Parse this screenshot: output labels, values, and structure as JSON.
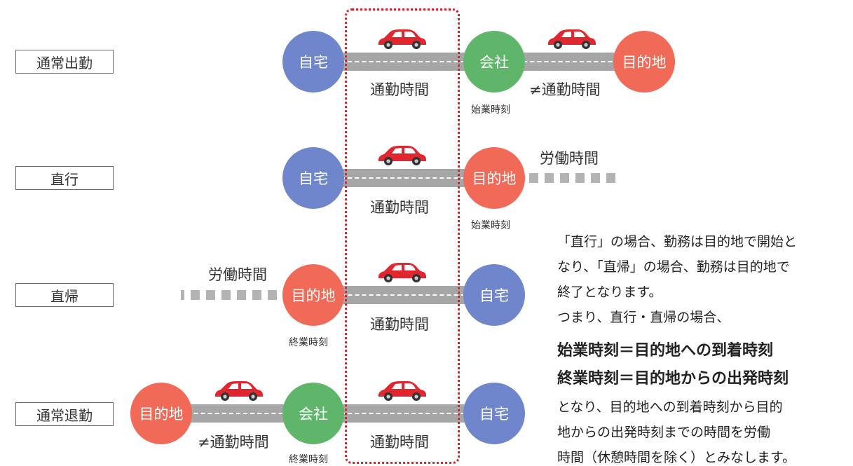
{
  "rows": [
    {
      "label": "通常出勤"
    },
    {
      "label": "直行"
    },
    {
      "label": "直帰"
    },
    {
      "label": "通常退勤"
    }
  ],
  "places": {
    "home": "自宅",
    "office": "会社",
    "destination": "目的地"
  },
  "captions": {
    "commute": "通勤時間",
    "not_commute": "≠通勤時間",
    "labor": "労働時間",
    "start_time": "始業時刻",
    "end_time": "終業時刻"
  },
  "notes": {
    "line1": "「直行」の場合、勤務は目的地で開始と",
    "line2": "なり、「直帰」の場合、勤務は目的地で",
    "line3": "終了となります。",
    "line4": "つまり、直行・直帰の場合、",
    "formula1": "始業時刻＝目的地への到着時刻",
    "formula2": "終業時刻＝目的地からの出発時刻",
    "line5": "となり、目的地への到着時刻から目的",
    "line6": "地からの出発時刻までの時間を労働",
    "line7": "時間（休憩時間を除く）とみなします。"
  },
  "colors": {
    "home": "#6f86cc",
    "office": "#5fb56a",
    "destination": "#f06a57",
    "road": "#a6a6a6",
    "frame": "#d2232a",
    "car": "#e0262f"
  }
}
